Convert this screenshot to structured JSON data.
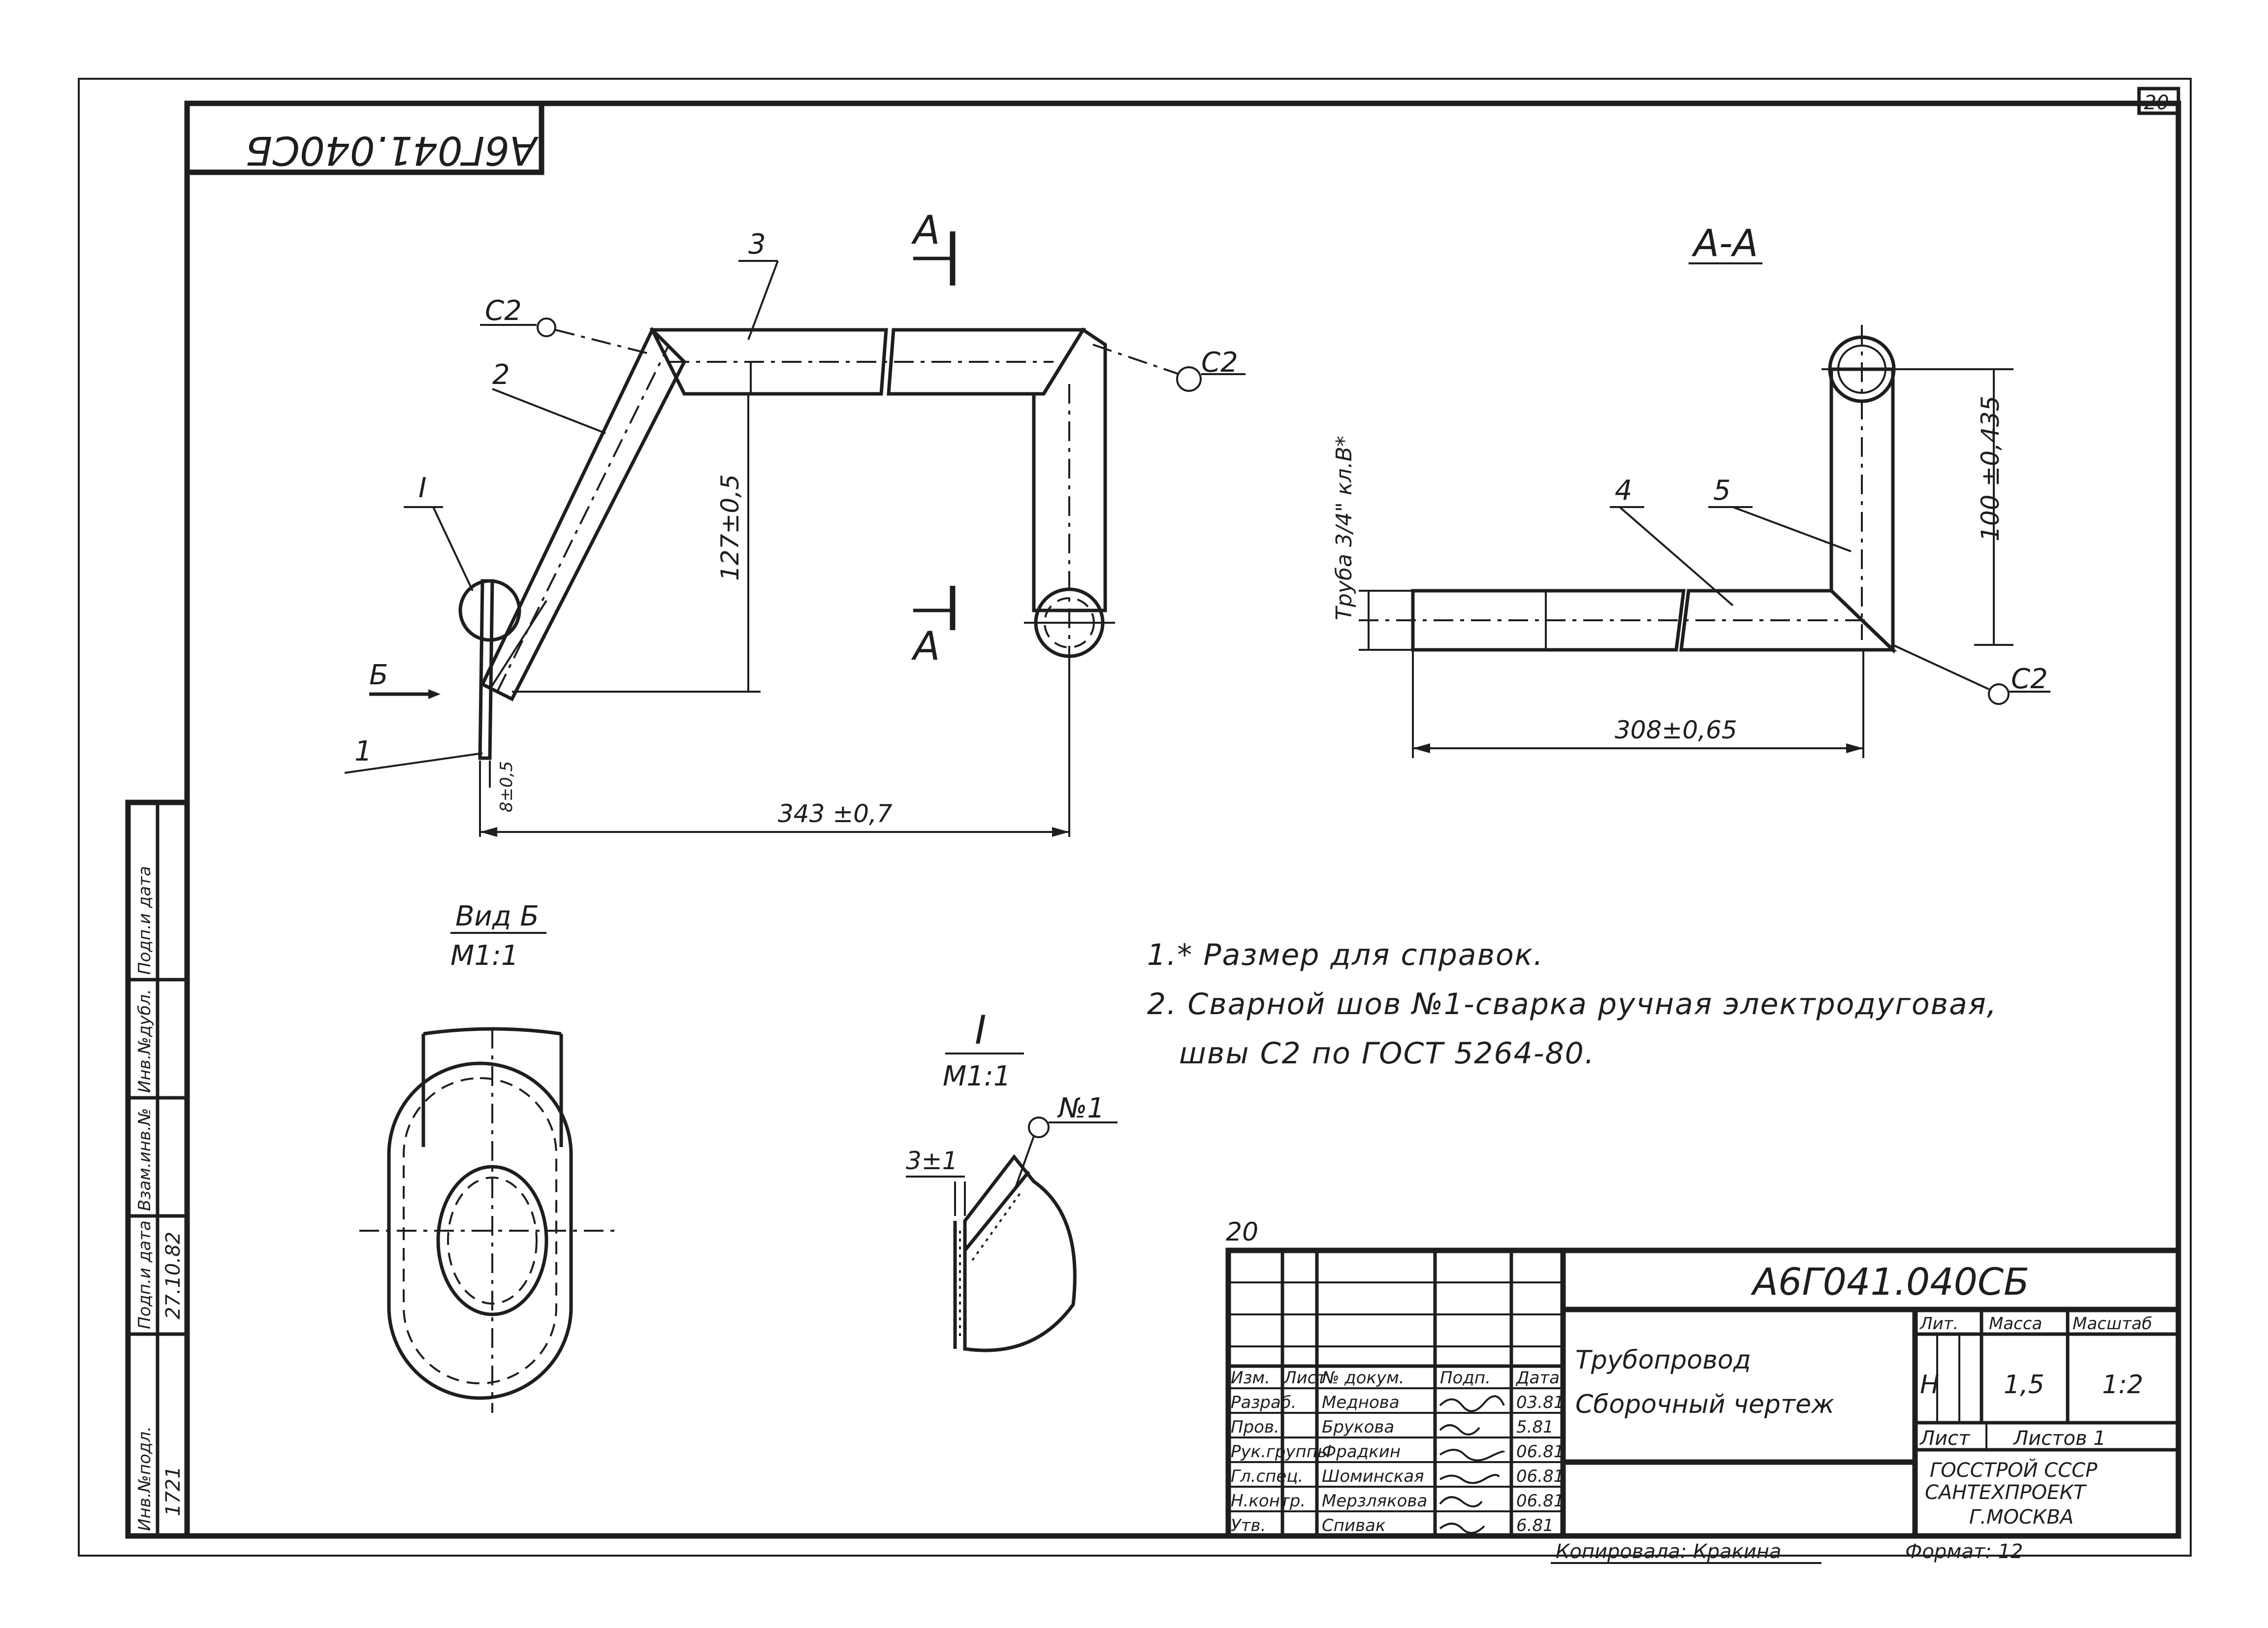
{
  "document": {
    "sheet_number": "20",
    "mirrored_code": "А6Г041.040СБ",
    "designation": "А6Г041.040СБ",
    "title_line1": "Трубопровод",
    "title_line2": "Сборочный чертеж",
    "litera": "Н",
    "mass": "1,5",
    "scale": "1:2",
    "sheet_label": "Лист",
    "sheets_total": "Листов 1",
    "org_line1": "ГОССТРОЙ СССР",
    "org_line2": "САНТЕХПРОЕКТ",
    "org_line3": "Г.МОСКВА",
    "copied_by": "Копировала: Кракина",
    "format": "Формат: 12",
    "stamp_number": "20"
  },
  "title_block_headers": {
    "lit": "Лит.",
    "mass": "Масса",
    "scale": "Масштаб",
    "izm": "Изм.",
    "list": "Лист",
    "doc_no": "№ докум.",
    "sign": "Подп.",
    "date": "Дата"
  },
  "title_block_rows": [
    {
      "role": "Разраб.",
      "name": "Меднова",
      "date": "03.81"
    },
    {
      "role": "Пров.",
      "name": "Брукова",
      "date": "5.81"
    },
    {
      "role": "Рук.группы",
      "name": "Фрадкин",
      "date": "06.81"
    },
    {
      "role": "Гл.спец.",
      "name": "Шоминская",
      "date": "06.81"
    },
    {
      "role": "Н.контр.",
      "name": "Мерзлякова",
      "date": "06.81"
    },
    {
      "role": "Утв.",
      "name": "Спивак",
      "date": "6.81"
    }
  ],
  "side_stamp": {
    "labels": [
      "Инв.№подл.",
      "Подп.и дата",
      "Взам.инв.№",
      "Инв.№дубл.",
      "Подп.и дата"
    ],
    "inv_value": "1721",
    "date_value": "27.10.82"
  },
  "main_view": {
    "part_labels": [
      "1",
      "2",
      "3"
    ],
    "weld_label": "С2",
    "weld_label_right": "С2",
    "section_mark_top": "А",
    "section_mark_bottom": "А",
    "view_arrow": "Б",
    "detail_mark": "I",
    "dim_horizontal": "343 ±0,7",
    "dim_vertical": "127±0,5",
    "dim_small": "8±0,5"
  },
  "section_view": {
    "title": "А-А",
    "part_labels": [
      "4",
      "5"
    ],
    "weld_label": "С2",
    "pipe_spec": "Труба 3/4\" кл.В*",
    "dim_vertical": "100 ±0,435",
    "dim_horizontal": "308±0,65"
  },
  "view_b": {
    "title": "Вид Б",
    "scale": "М1:1"
  },
  "detail_view": {
    "title": "I",
    "scale": "М1:1",
    "weld_no": "№1",
    "dim": "3±1"
  },
  "notes": [
    "1.* Размер для справок.",
    "2. Сварной шов №1-сварка ручная электродуговая,",
    "швы С2 по ГОСТ 5264-80."
  ]
}
